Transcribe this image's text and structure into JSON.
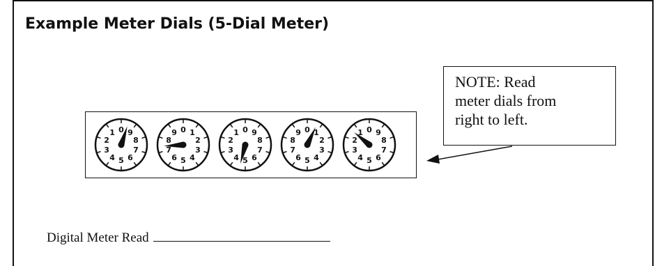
{
  "title": "Example Meter Dials (5-Dial Meter)",
  "note": {
    "lines": [
      "NOTE: Read",
      "meter dials from",
      "right to left."
    ]
  },
  "digital_read": {
    "label": "Digital Meter Read"
  },
  "meter": {
    "dials": [
      {
        "direction": "counterclockwise",
        "numbers_clockwise": [
          "0",
          "9",
          "8",
          "7",
          "6",
          "5",
          "4",
          "3",
          "2",
          "1"
        ],
        "pointer_value": 9.5
      },
      {
        "direction": "clockwise",
        "numbers_clockwise": [
          "0",
          "1",
          "2",
          "3",
          "4",
          "5",
          "6",
          "7",
          "8",
          "9"
        ],
        "pointer_value": 7.4
      },
      {
        "direction": "counterclockwise",
        "numbers_clockwise": [
          "0",
          "9",
          "8",
          "7",
          "6",
          "5",
          "4",
          "3",
          "2",
          "1"
        ],
        "pointer_value": 4.6
      },
      {
        "direction": "clockwise",
        "numbers_clockwise": [
          "0",
          "1",
          "2",
          "3",
          "4",
          "5",
          "6",
          "7",
          "8",
          "9"
        ],
        "pointer_value": 0.7
      },
      {
        "direction": "counterclockwise",
        "numbers_clockwise": [
          "0",
          "9",
          "8",
          "7",
          "6",
          "5",
          "4",
          "3",
          "2",
          "1"
        ],
        "pointer_value": 1.4
      }
    ]
  },
  "colors": {
    "ink": "#111111",
    "background": "#ffffff"
  }
}
